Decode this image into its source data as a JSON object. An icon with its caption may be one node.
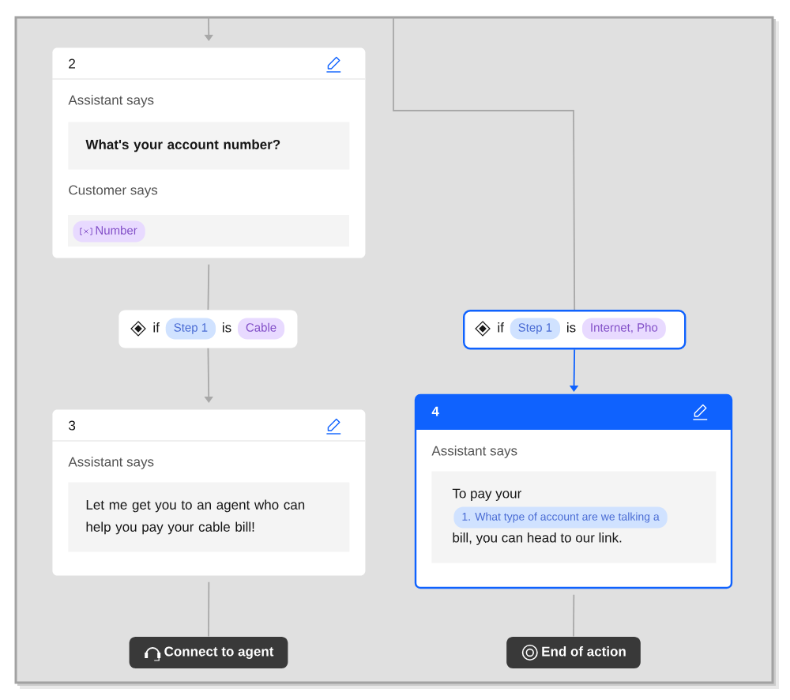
{
  "diagram": {
    "nodes": [
      {
        "text": [
          "2",
          "Assistant says",
          "Customer says"
        ]
      },
      {
        "text": [
          "What's your account number?"
        ],
        "in": 0
      },
      {
        "text": [
          "Number"
        ],
        "in": 0
      },
      {
        "text": [
          "if",
          "is"
        ]
      },
      {
        "text": [
          "Step 1"
        ],
        "in": 3
      },
      {
        "text": [
          "Cable"
        ],
        "in": 3
      },
      {
        "text": [
          "if",
          "is"
        ]
      },
      {
        "text": [
          "Step 1"
        ],
        "in": 6
      },
      {
        "text": [
          "Internet, Pho"
        ],
        "in": 6
      },
      {
        "text": [
          "3",
          "Assistant says"
        ]
      },
      {
        "text": [
          "Let me get you to an agent who can help you pay your cable bill!"
        ],
        "in": 9
      },
      {
        "text": [
          "4",
          "Assistant says"
        ]
      },
      {
        "text": [
          "To pay your",
          "bill, you can head to our link."
        ],
        "in": 11
      },
      {
        "text": [
          "1. What type of account are we talking a"
        ],
        "in": 12
      },
      {
        "text": [
          "Connect to agent"
        ]
      },
      {
        "text": [
          "End of action"
        ]
      }
    ],
    "edges": [
      {
        "from": null,
        "to": 0,
        "arrow": "to"
      },
      {
        "from": null,
        "to": 6,
        "arrow": "none"
      },
      {
        "from": 0,
        "to": 3,
        "arrow": "none"
      },
      {
        "from": 3,
        "to": 9,
        "arrow": "to"
      },
      {
        "from": 6,
        "to": 11,
        "arrow": "to",
        "color": "#0f62fe"
      },
      {
        "from": 9,
        "to": 14,
        "arrow": "none"
      },
      {
        "from": 11,
        "to": 15,
        "arrow": "none"
      }
    ]
  }
}
